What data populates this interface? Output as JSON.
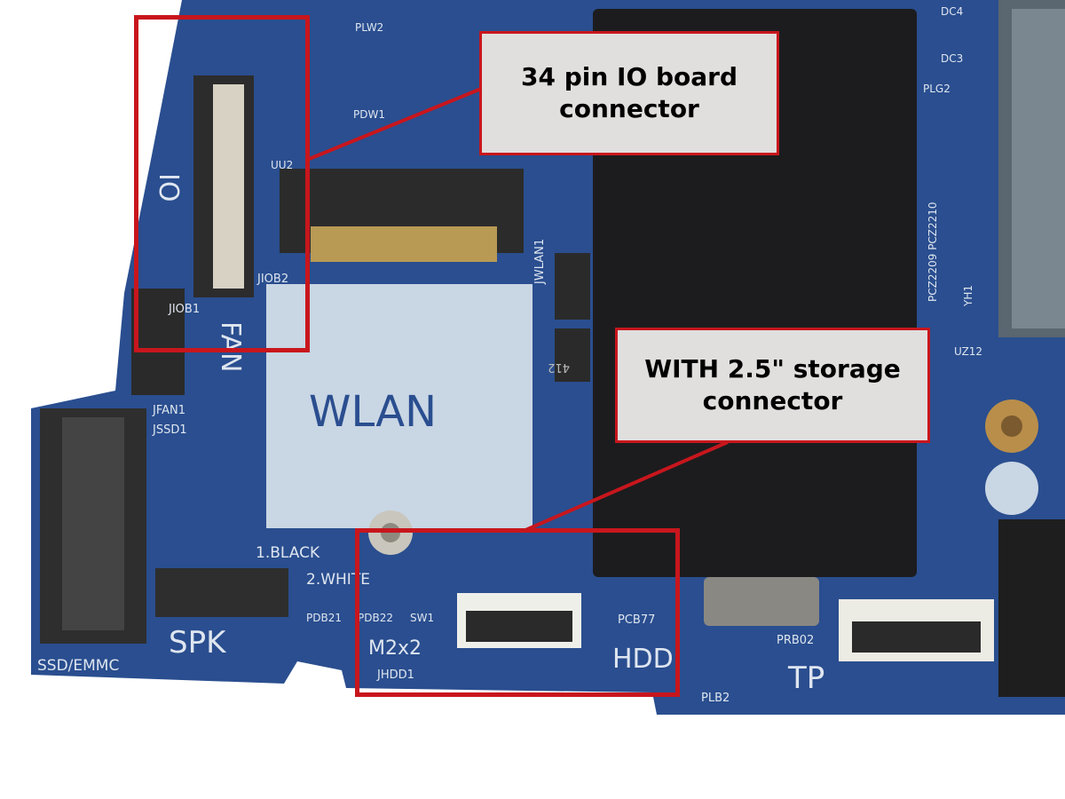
{
  "annotations": {
    "io_connector": {
      "label": "34 pin IO board connector"
    },
    "storage_connector": {
      "label": "WITH 2.5\" storage connector"
    }
  },
  "silkscreen": {
    "io": "IO",
    "fan": "FAN",
    "wlan": "WLAN",
    "spk": "SPK",
    "ssd_emmc": "SSD/EMMC",
    "hdd": "HDD",
    "tp": "TP",
    "jiob1": "JIOB1",
    "jiob2": "JIOB2",
    "jfan1": "JFAN1",
    "jssd1": "JSSD1",
    "jwlan1": "JWLAN1",
    "m2x2": "M2x2",
    "jhdd1": "JHDD1",
    "black": "1.BLACK",
    "white": "2.WHITE",
    "plw2": "PLW2",
    "pdw1": "PDW1",
    "uu2": "UU2",
    "plg2": "PLG2",
    "pcz2209": "PCZ2209 PCZ2210",
    "pcb77": "PCB77",
    "prb02": "PRB02",
    "plb2": "PLB2",
    "sw1": "SW1",
    "pdb21": "PDB21",
    "pdb22": "PDB22",
    "dc4": "DC4",
    "dc3": "DC3",
    "yh1": "YH1",
    "uz12": "UZ12",
    "chip_marking": "412"
  },
  "colors": {
    "board": "#2a4e8f",
    "highlight": "#c8161d",
    "callout_bg": "#e1dede"
  }
}
